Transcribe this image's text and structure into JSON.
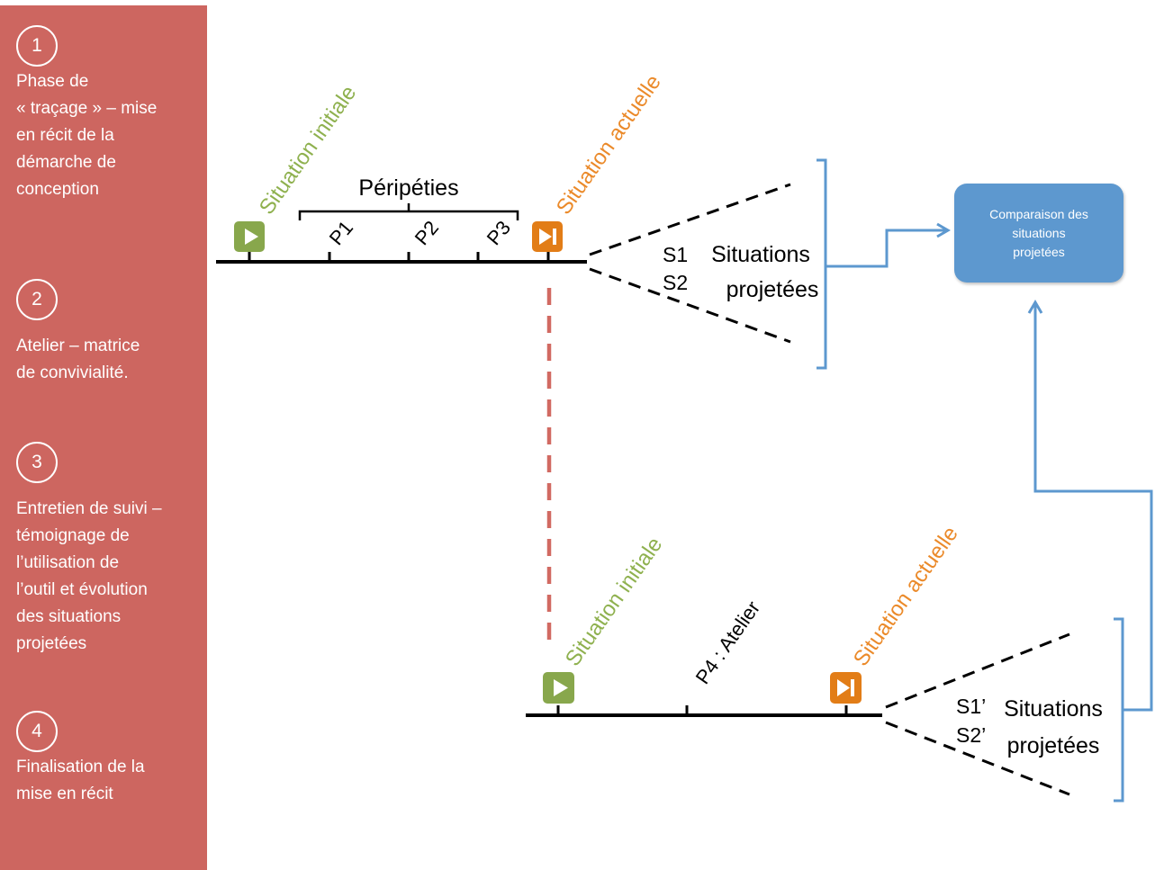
{
  "sidebar": {
    "steps": [
      {
        "number": "1",
        "text": "Phase de\n« traçage » – mise\nen récit de la\ndémarche de\nconception"
      },
      {
        "number": "2",
        "text": "Atelier – matrice\nde convivialité."
      },
      {
        "number": "3",
        "text": "Entretien de suivi –\ntémoignage de\nl’utilisation de\nl’outil et évolution\ndes situations\nprojetées"
      },
      {
        "number": "4",
        "text": "Finalisation de la\nmise en récit"
      }
    ]
  },
  "timeline_top": {
    "start_label": "Situation initiale",
    "end_label": "Situation actuelle",
    "bracket_label": "Péripéties",
    "events": [
      "P1",
      "P2",
      "P3"
    ],
    "scenario_1": "S1",
    "scenario_2": "S2",
    "projected_line1": "Situations",
    "projected_line2": "projetées"
  },
  "timeline_bottom": {
    "start_label": "Situation initiale",
    "end_label": "Situation actuelle",
    "event": "P4 : Atelier",
    "scenario_1": "S1’",
    "scenario_2": "S2’",
    "projected_line1": "Situations",
    "projected_line2": "projetées"
  },
  "comparison_box": {
    "label": "Comparaison des\nsituations\nprojetées"
  },
  "colors": {
    "sidebar": "#cd6660",
    "start_green": "#88a74c",
    "end_orange": "#e27d17",
    "connector_blue": "#5d98cf",
    "dashed_red": "#d16a62"
  }
}
